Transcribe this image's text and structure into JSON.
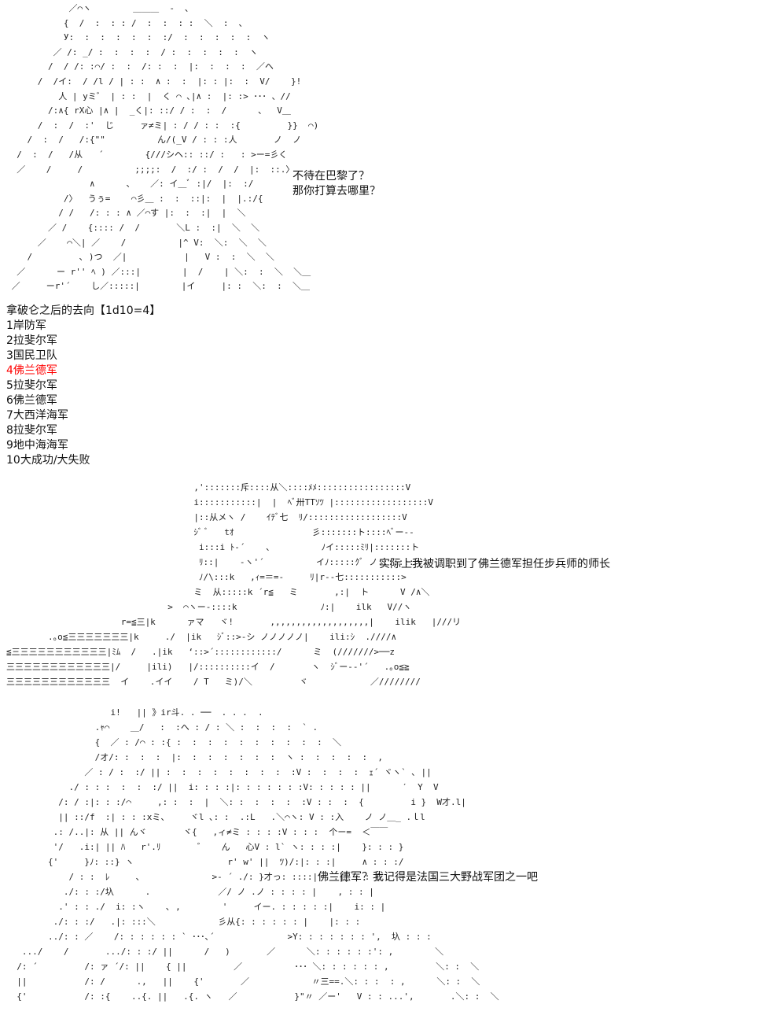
{
  "panel1": {
    "art": "            ／⌒ヽ        ＿＿＿  ‐  ､\n           {  /  :  : : /  :  :  : :  ＼  :  ､\n           У:  :  :  :  :  :  :/  :  :  :  :  :  ヽ\n         ／ /: _/ :  :  :  :  / :  :  :  :  :  ヽ\n        /  / /: :⌒/ :  :  /: :  :  |:  :  :  :  ／ヘ\n      /  /イ:  / /l / | : :  ∧ :  :  |: : |:  :  V/    }!\n          人 | yミ゛ | : :  |  く ⌒ ､|∧ :  |: :> ･･･ 、//\n        /:∧{ rX心 |∧ |  _く|: ::/ / :  :  /      、  V＿\n      /  :  /  :'  じ     ァ≠ミ| : / / : :  :{         }}  ⌒)\n    /  :  /   /:{\"\"          ん/(_V / : : :人       ノ  ノ\n  /  :  /   /从   ´        {///シヘ:: ::/ :   : >ー=彡く\n  ／    /     /          ;;;;:  /  :/ :  /  /  |:  ::.〉\n                ∧      、   ／: イ＿ﾞ :|/  |:  :/\n           /〉  うぅ=    ⌒彡＿ :  :  ::|:  |  |.:/{\n          / /   /: : : ∧ ／⌒す |:  :  :|  |  ＼\n        ／ /    {:::: /  /       ＼L :  :|  ＼  ＼\n      ／    ⌒＼| ／    /          |^ V:  ＼:  ＼  ＼\n    /         ､ )つ  ／|           |   V :  :  ＼  ＼\n  ／      ー r'' ﾍ ) ／:::|        |  /    | ＼:  :  ＼  ＼＿\n ／     ーr'´    し／:::::|        |イ     |: :  ＼:  :  ＼＿",
    "lines": [
      "不待在巴黎了？",
      "那你打算去哪里？"
    ]
  },
  "roll": {
    "title": "拿破仑之后的去向【1d10=4】",
    "items": [
      "1岸防军",
      "2拉斐尔军",
      "3国民卫队",
      "4佛兰德军",
      "5拉斐尔军",
      "6佛兰德军",
      "7大西洋海军",
      "8拉斐尔军",
      "9地中海海军",
      "10大成功/大失败"
    ],
    "highlight_color": "#ff0000"
  },
  "panel2": {
    "art": "                                    ,':::::::斥::::从＼::::ﾒﾒ:::::::::::::::::V\n                                    i:::::::::::|  |  ﾍﾞ卅TTｿﾂ |::::::::::::::::::V\n                                    |::从メヽ /    ｲﾃﾞ七  ﾘ/::::::::::::::::::V\n                                    ｼﾞ ﾞ   tｵ               彡:::::::ト::::ﾍﾞー‐‐\n                                     i:::i ﾄ-´    、         ﾉイ:::::ﾐﾘ|:::::::ト\n                                     ﾘ::|    ‐ヽ'´          イﾉ:::::ｸﾞ ノ:::::::ヽ\n                                     ﾉ/\\:::k   ,ｨ=＝=‐     ﾘ|r‐‐七:::::::::::>\n                                    ミ  从:::::k ´r≦   ミ       ,:|  ト      V /∧＼\n                               >  ⌒ヽー‐::::k                ﾉ:|    ilk   V//ヽ\n                      r=≦三|k      ァマ   ヾ!       ,,,,,,,,,,,,,,,,,,,|    ilik   |///リ\n        .｡o≦三三三三三三三|k     ./  |ik   ｼﾞ::>‐シ ノノノノノ|    ili:ｼ  .////∧\n≦三三三三三三三三三三三|ﾐﾑ  /   .|ik   ‘::>´::::::::::::/      ミ  (///////>──z\n三三三三三三三三三三三三|/     |ili)   |/::::::::::イ  /       ヽ  ｼﾞー‐‐'´   .｡o≦≧\n三三三三三三三三三三三三  イ    .イイ    / T   ミ)/＼         ヾ            ／////////",
    "line": "实际上我被调职到了佛兰德军担任步兵师的师长"
  },
  "panel3": {
    "art": "                    i!   || 》ir斗. . ──  . . .  .\n                 .ｬ⌒    ＿/   :  :ヘ : / : ＼ :  :  :  :  ` .\n                 {  ／ : /⌒ : :{ :  :  :  :  :  :  :  :  :  :  ＼\n                 /オ/: :  :  :  |:  :  :  :  :  :  :  ヽ :  :  :  :  :  ,\n               ／ : / :  :/ || :  :  :  :  :  :  :  :  :V :  :  :  :  ｪ´ ヾヽ` ､ ||\n            ./ : : :  :  :  :/ ||  i: : : :|: : : : : : :V: : : : : ||      ′  Y  V\n          /: / :|: : :/⌒     ,: :  :  |  ＼: :  :  :  :  :V : :  :  {         i }  W才.l|\n          || ::/f  :| : : :xミ、    ヾl ､: :  .:L   .＼⌒ヽ: V : :入    ノ ノ＿_ .ｌl\n         .: /..|: 从 || んヾ       ヾ{   ,ィ≠ミ : : : :V : : :  个ー=  ＜￣￣\n         '/   .i:| || ﾊ   r'.ﾘ       ゛   ん   心V : l` ヽ: : : :|    }: : : }\n        {'     }ﾉ: ::} ヽ                  r' w' ||  ﾂ)/:|: : :|     ∧ : : :/\n            / : :  ﾚ     、             >- ´ ./: }才っ: ::::|   .|| : : {\n           ./: : :/圦      .             ／/ ノ .ノ : : : : |    , : : |\n          .' : : ./  i: :ヽ    ､ ,        '     イー. : : : : :|    i: : |\n         ./: : :/   .|: :::＼            彡从{: : : : : : |    |: : :\n        ../: : ／    /: : : : : : ` ･･･､´              >Y: : : : : : : ',  圦 : : :\n   .../    /       .../: : :/ ||      /   )       ／      ＼: : : : : :': ,        ＼\n  /: ´         /: ァ ´/: ||    { ||         ／          ･･･ ＼: : : : : : ,         ＼: :  ＼\n  ||           /: /      .,   ||    {'       ／            〃三==.＼: : :  : ,      ＼: :  ＼\n  {'           /: :{    ..{. ||   .{. ヽ   ／           }\"〃 ／ー'   V : : ...',       .＼: :  ＼",
    "line": "佛兰德军？我记得是法国三大野战军团之一吧"
  }
}
